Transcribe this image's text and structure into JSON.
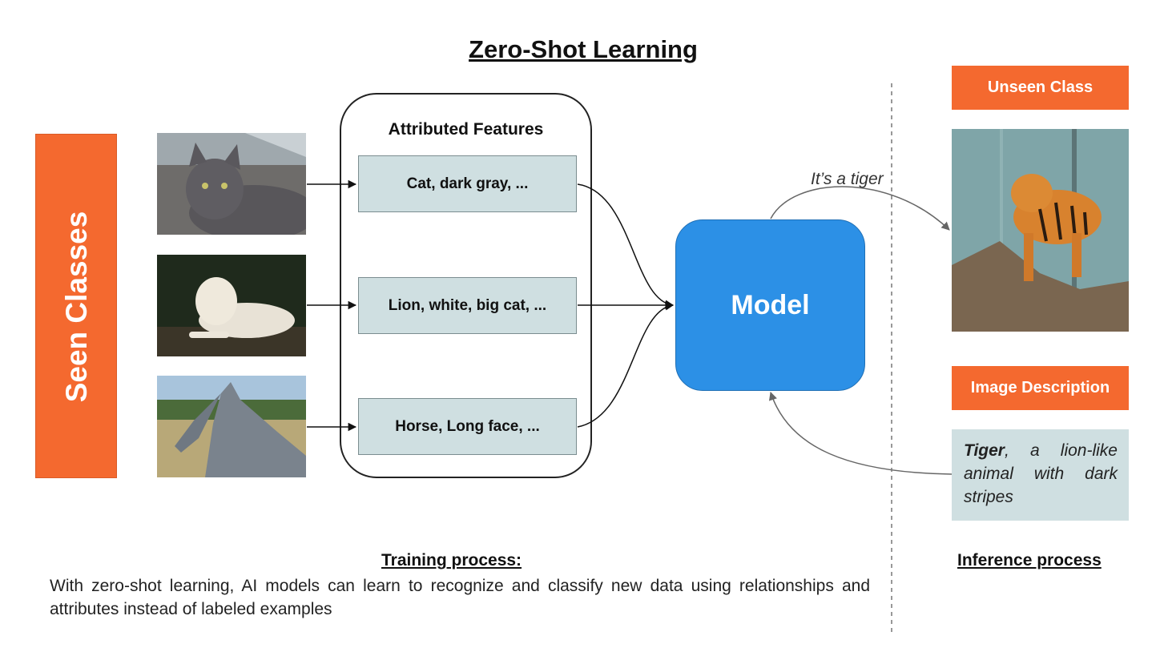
{
  "title": "Zero-Shot Learning",
  "seen_classes": {
    "label": "Seen Classes"
  },
  "features": {
    "title": "Attributed Features",
    "items": [
      "Cat, dark gray, ...",
      "Lion, white, big cat, ...",
      "Horse, Long face, ..."
    ]
  },
  "model": {
    "label": "Model"
  },
  "prediction": "It’s a tiger",
  "unseen_class": {
    "header": "Unseen Class"
  },
  "image_description": {
    "header": "Image Description",
    "term": "Tiger",
    "text": ", a lion-like animal with dark stripes"
  },
  "training": {
    "title": "Training process:",
    "text": "With zero-shot learning, AI models can learn to recognize and classify new data using relationships and attributes instead of labeled examples"
  },
  "inference": {
    "title": "Inference process"
  },
  "colors": {
    "accent_orange": "#f4692f",
    "model_blue": "#2c90e6",
    "feature_box": "#cfdfe1"
  }
}
